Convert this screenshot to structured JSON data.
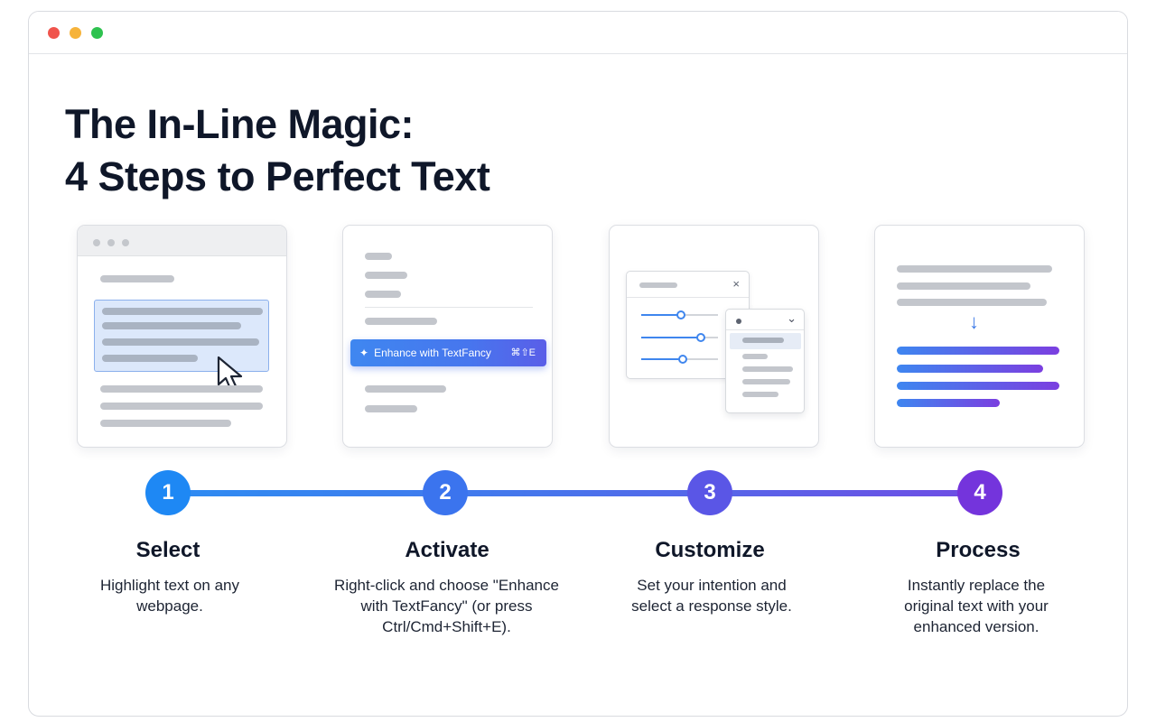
{
  "window": {
    "controls": [
      "close",
      "minimize",
      "maximize"
    ]
  },
  "headline": {
    "line1": "The In-Line Magic:",
    "line2": "4 Steps to Perfect Text"
  },
  "step2_menu": {
    "label": "Enhance with TextFancy",
    "shortcut": "⌘⇧E"
  },
  "steps": [
    {
      "number": "1",
      "title": "Select",
      "description": "Highlight text on any webpage.",
      "color": "#1e88f4"
    },
    {
      "number": "2",
      "title": "Activate",
      "description": "Right-click and choose \"Enhance with TextFancy\" (or press Ctrl/Cmd+Shift+E).",
      "color": "#3b74ee"
    },
    {
      "number": "3",
      "title": "Customize",
      "description": "Set your intention and select a response style.",
      "color": "#5a56e6"
    },
    {
      "number": "4",
      "title": "Process",
      "description": "Instantly replace the original text with your enhanced version.",
      "color": "#7434dc"
    }
  ],
  "icons": {
    "close": "×",
    "chevron": "⌄",
    "sparkle": "✦",
    "down_arrow": "↓"
  }
}
